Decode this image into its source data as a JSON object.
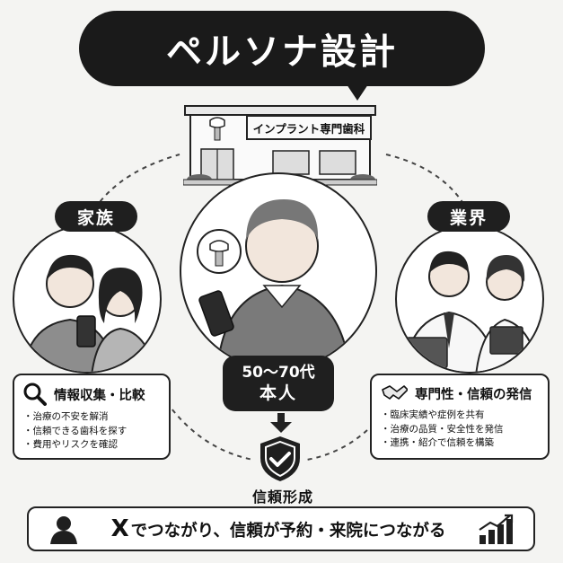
{
  "title": "ペルソナ設計",
  "clinic": {
    "sign": "インプラント専門歯科"
  },
  "family": {
    "label": "家族",
    "heading": "情報収集・比較",
    "items": [
      "治療の不安を解消",
      "信頼できる歯科を探す",
      "費用やリスクを確認"
    ],
    "icon": "magnifier-icon"
  },
  "self": {
    "age": "50〜70代",
    "role": "本人"
  },
  "business": {
    "label": "業界",
    "heading": "専門性・信頼の発信",
    "items": [
      "臨床実績や症例を共有",
      "治療の品質・安全性を発信",
      "連携・紹介で信頼を構築"
    ],
    "icon": "handshake-icon"
  },
  "trust": {
    "label": "信頼形成",
    "icon": "shield-check-icon"
  },
  "banner": {
    "x_mark": "X",
    "text": "でつながり、信頼が予約・来院につながる",
    "left_icon": "user-icon",
    "right_icon": "growth-chart-icon"
  },
  "colors": {
    "dark": "#1a1a1a",
    "background": "#f4f4f2",
    "line": "#222222"
  }
}
